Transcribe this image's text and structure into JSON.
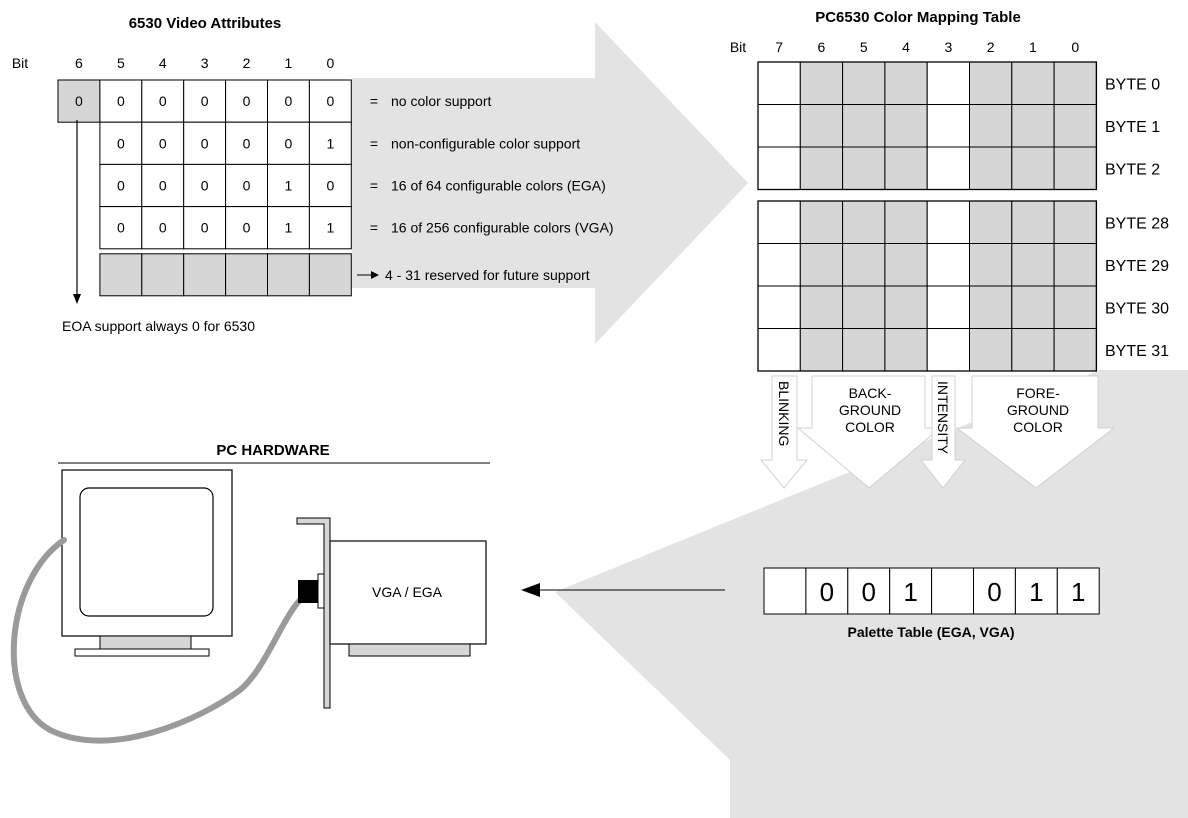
{
  "colors": {
    "arrow_fill": "#e3e3e3",
    "cell_gray": "#d6d6d6",
    "cell_white": "#ffffff",
    "line": "#000000",
    "cable": "#9a9a9a"
  },
  "video_attributes": {
    "title": "6530 Video Attributes",
    "bit_label": "Bit",
    "bits": [
      "6",
      "5",
      "4",
      "3",
      "2",
      "1",
      "0"
    ],
    "eoa_value": "0",
    "rows": [
      {
        "values": [
          "0",
          "0",
          "0",
          "0",
          "0",
          "0"
        ],
        "equals": "=",
        "desc": "no color support"
      },
      {
        "values": [
          "0",
          "0",
          "0",
          "0",
          "0",
          "1"
        ],
        "equals": "=",
        "desc": "non-configurable color support"
      },
      {
        "values": [
          "0",
          "0",
          "0",
          "0",
          "1",
          "0"
        ],
        "equals": "=",
        "desc": "16 of 64 configurable colors (EGA)"
      },
      {
        "values": [
          "0",
          "0",
          "0",
          "0",
          "1",
          "1"
        ],
        "equals": "=",
        "desc": "16 of 256 configurable colors (VGA)"
      }
    ],
    "reserved_desc": "4 - 31 reserved for future support",
    "eoa_note": "EOA support always 0 for 6530"
  },
  "mapping_table": {
    "title": "PC6530 Color Mapping Table",
    "bit_label": "Bit",
    "bits": [
      "7",
      "6",
      "5",
      "4",
      "3",
      "2",
      "1",
      "0"
    ],
    "bytes_top": [
      "BYTE 0",
      "BYTE 1",
      "BYTE 2"
    ],
    "bytes_bottom": [
      "BYTE 28",
      "BYTE 29",
      "BYTE 30",
      "BYTE 31"
    ],
    "blinking": "BLINKING",
    "background": [
      "BACK-",
      "GROUND",
      "COLOR"
    ],
    "intensity": "INTENSITY",
    "foreground": [
      "FORE-",
      "GROUND",
      "COLOR"
    ]
  },
  "hardware": {
    "title": "PC HARDWARE",
    "card_label": "VGA / EGA"
  },
  "palette": {
    "values": [
      "",
      "0",
      "0",
      "1",
      "",
      "0",
      "1",
      "1"
    ],
    "caption": "Palette Table (EGA, VGA)"
  }
}
